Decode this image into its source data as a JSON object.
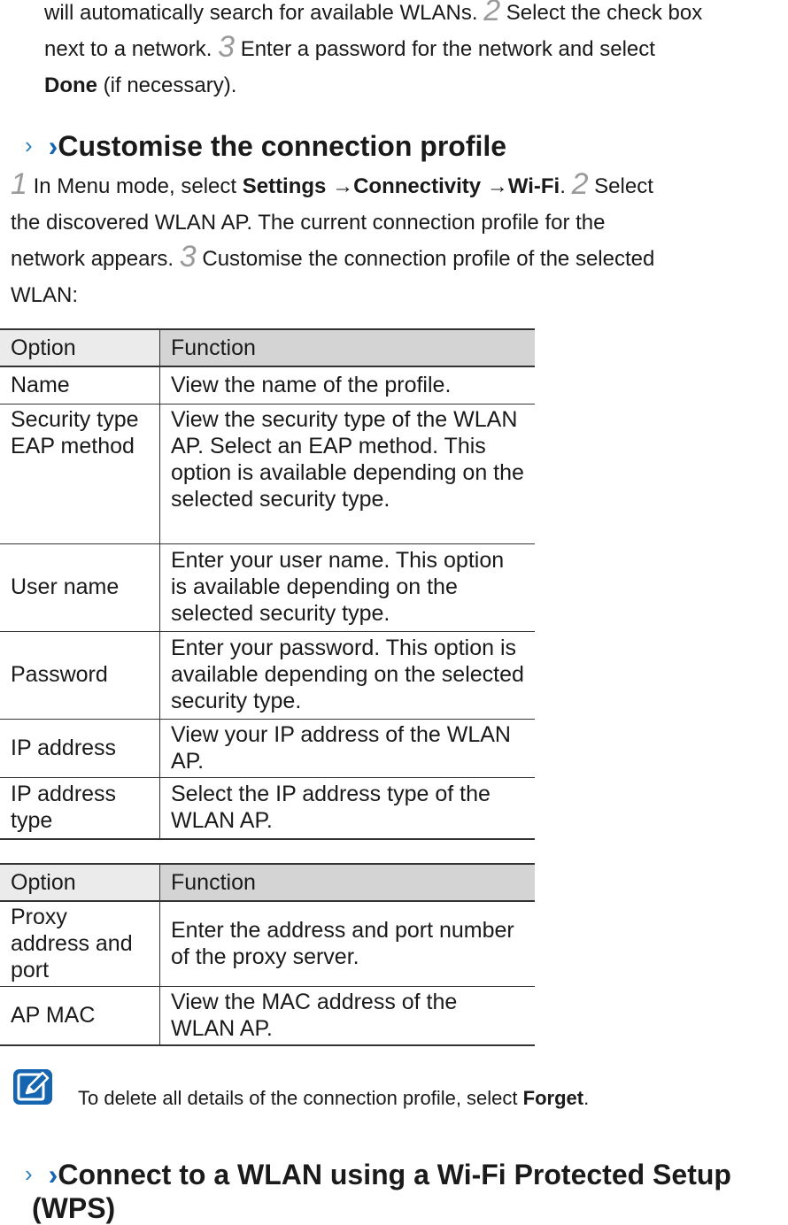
{
  "intro": {
    "line1": "will automatically search for available WLANs.",
    "step2": "2",
    "line1b": "Select the check box",
    "line2a": "next to a network.",
    "step3": "3",
    "line2b": "Enter a password for the network and select",
    "done_bold": "Done",
    "line3": "(if necessary)."
  },
  "section1": {
    "chevron": "›",
    "chevron_bold": "›",
    "title": "Customise the connection profile",
    "step1": "1",
    "s1_text": "In Menu mode, select",
    "path_settings": "Settings",
    "arrow": "→",
    "path_connectivity": "Connectivity",
    "path_wifi": "Wi-Fi",
    "period": ".",
    "step2": "2",
    "s2_text_a": "Select",
    "s2_text_b": "the discovered WLAN AP. The current connection profile for the",
    "s2_text_c": "network appears.",
    "step3": "3",
    "s3_text_a": "Customise the connection profile of the selected",
    "s3_text_b": "WLAN:"
  },
  "table1": {
    "headers": [
      "Option",
      "Function"
    ],
    "rows": [
      [
        "Name",
        "View the name of the profile."
      ],
      [
        "Security type EAP method",
        "View the security type of the WLAN AP. Select an EAP method. This option is available depending on the selected security type."
      ],
      [
        "User name",
        "Enter your user name. This option is available depending on the selected security type."
      ],
      [
        "Password",
        "Enter your password. This option is available depending on the selected security type."
      ],
      [
        "IP address",
        "View your IP address of the WLAN AP."
      ],
      [
        "IP address type",
        "Select the IP address type of the WLAN AP."
      ]
    ]
  },
  "table2": {
    "headers": [
      "Option",
      "Function"
    ],
    "rows": [
      [
        "Proxy address and port",
        "Enter the address and port number of the proxy server."
      ],
      [
        "AP MAC",
        "View the MAC address of the WLAN AP."
      ]
    ]
  },
  "note": {
    "icon": "note-pencil-icon",
    "text": "To delete all details of the connection profile, select",
    "bold": "Forget",
    "end": "."
  },
  "section2": {
    "chevron": "›",
    "chevron_bold": "›",
    "title_line1": "Connect to a WLAN using a Wi-Fi Protected Setup",
    "title_line2": "(WPS)"
  },
  "colors": {
    "accent_blue": "#1565b0",
    "step_gray": "#9a9a9a",
    "header_gray": "#d4d4d4"
  }
}
